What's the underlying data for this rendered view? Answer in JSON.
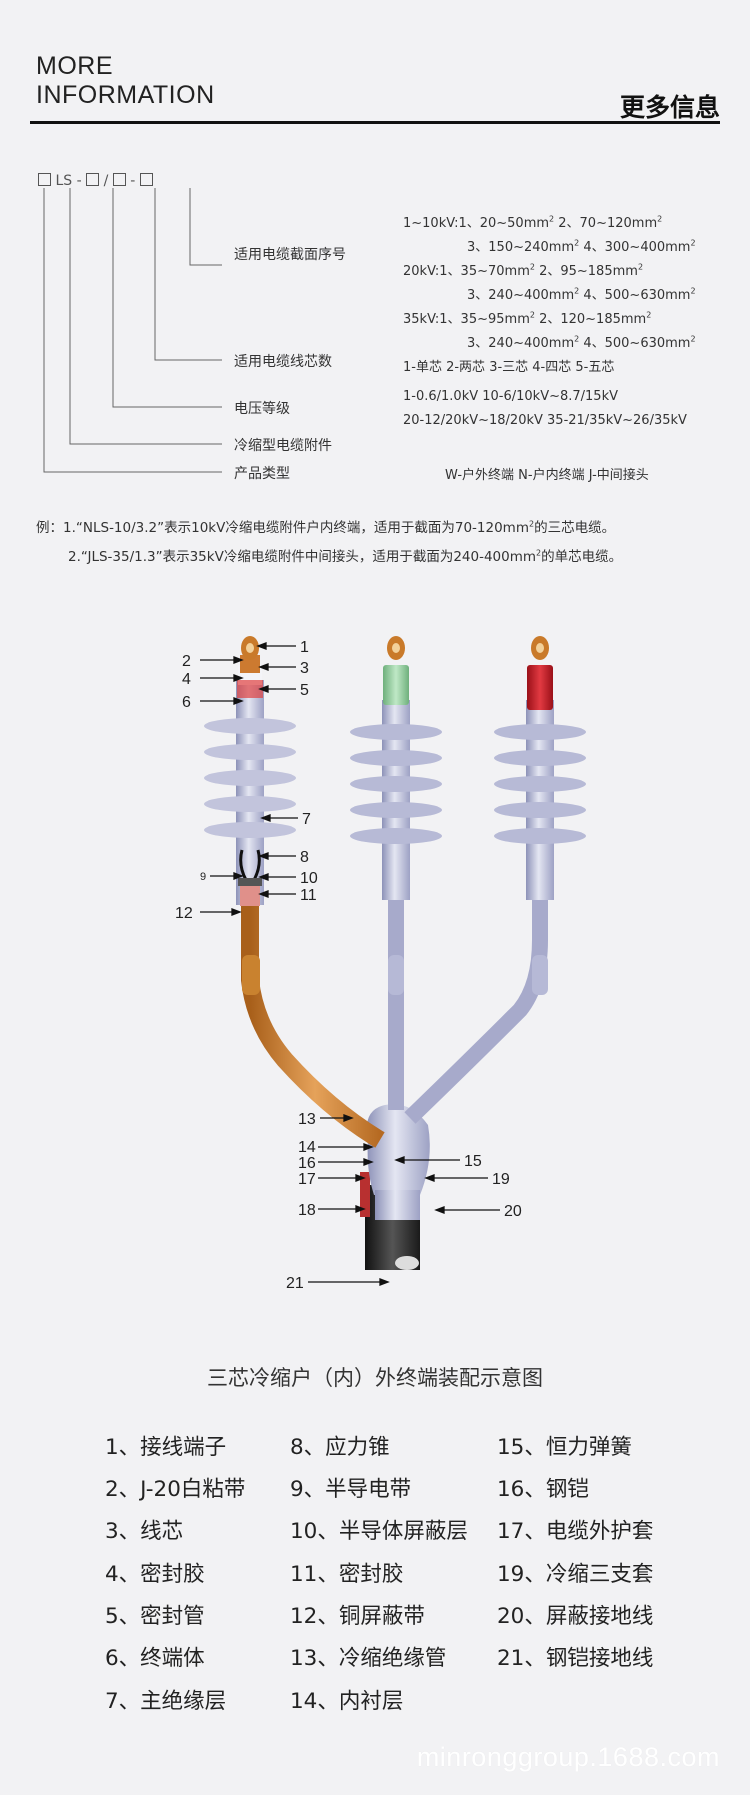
{
  "header": {
    "title_en_line1": "MORE",
    "title_en_line2": "INFORMATION",
    "title_cn": "更多信息"
  },
  "code": {
    "segments": [
      "LS",
      "-",
      "/",
      "-"
    ]
  },
  "tree_labels": [
    "适用电缆截面序号",
    "适用电缆线芯数",
    "电压等级",
    "冷缩型电缆附件",
    "产品类型"
  ],
  "specs": {
    "section_lines": [
      {
        "text": "1~10kV:1、20~50mm",
        "sup": "2",
        "rest": " 2、70~120mm",
        "sup2": "2"
      },
      {
        "text": "3、150~240mm",
        "sup": "2",
        "rest": "  4、300~400mm",
        "sup2": "2"
      },
      {
        "text": "20kV:1、35~70mm",
        "sup": "2",
        "rest": " 2、95~185mm",
        "sup2": "2"
      },
      {
        "text": "3、240~400mm",
        "sup": "2",
        "rest": "  4、500~630mm",
        "sup2": "2"
      },
      {
        "text": "35kV:1、35~95mm",
        "sup": "2",
        "rest": "  2、120~185mm",
        "sup2": "2"
      },
      {
        "text": "3、240~400mm",
        "sup": "2",
        "rest": "  4、500~630mm",
        "sup2": "2"
      }
    ],
    "cores": "1-单芯  2-两芯  3-三芯  4-四芯  5-五芯",
    "voltage_line1": "1-0.6/1.0kV  10-6/10kV~8.7/15kV",
    "voltage_line2": "20-12/20kV~18/20kV  35-21/35kV~26/35kV",
    "product_types": "W-户外终端  N-户内终端  J-中间接头"
  },
  "examples": {
    "line1_a": "例：1.“NLS-10/3.2”表示10kV冷缩电缆附件户内终端，适用于截面为70-120mm",
    "line1_b": "的三芯电缆。",
    "line2_a": "2.“JLS-35/1.3”表示35kV冷缩电缆附件中间接头，适用于截面为240-400mm",
    "line2_b": "的单芯电缆。",
    "sup": "2"
  },
  "diagram": {
    "callouts": [
      "1",
      "2",
      "3",
      "4",
      "5",
      "6",
      "7",
      "8",
      "9",
      "10",
      "11",
      "12",
      "13",
      "14",
      "15",
      "16",
      "17",
      "18",
      "19",
      "20",
      "21"
    ],
    "colors": {
      "copper": "#c97a2a",
      "insulator": "#b7bad6",
      "green_cap": "#8fcf9a",
      "red_cap": "#c8202a",
      "black_sheath": "#2a2a2a"
    }
  },
  "caption": "三芯冷缩户（内）外终端装配示意图",
  "legend": [
    [
      "1、接线端子",
      "8、应力锥",
      "15、恒力弹簧"
    ],
    [
      "2、J-20白粘带",
      "9、半导电带",
      "16、钢铠"
    ],
    [
      "3、线芯",
      "10、半导体屏蔽层",
      "17、电缆外护套"
    ],
    [
      "4、密封胶",
      "11、密封胶",
      "19、冷缩三支套"
    ],
    [
      "5、密封管",
      "12、铜屏蔽带",
      "20、屏蔽接地线"
    ],
    [
      "6、终端体",
      "13、冷缩绝缘管",
      "21、钢铠接地线"
    ],
    [
      "7、主绝缘层",
      "14、内衬层",
      ""
    ]
  ],
  "watermark": "minronggroup.1688.com"
}
